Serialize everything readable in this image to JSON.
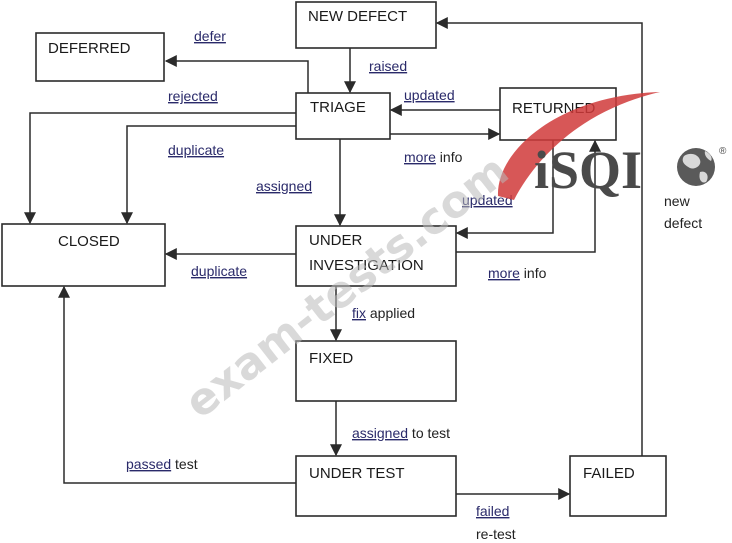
{
  "nodes": {
    "new_defect": "NEW DEFECT",
    "deferred": "DEFERRED",
    "triage": "TRIAGE",
    "returned": "RETURNED",
    "closed": "CLOSED",
    "under_investigation_1": "UNDER",
    "under_investigation_2": "INVESTIGATION",
    "fixed": "FIXED",
    "under_test": "UNDER TEST",
    "failed": "FAILED"
  },
  "labels": {
    "defer": "defer",
    "raised": "raised",
    "rejected": "rejected",
    "updated_top": "updated",
    "duplicate_top": "duplicate",
    "more_info_top_a": "more",
    "more_info_top_b": " info",
    "assigned": "assigned",
    "updated_mid": "updated",
    "duplicate_mid": "duplicate",
    "more_info_mid_a": "more",
    "more_info_mid_b": " info",
    "fix_applied_a": "fix",
    "fix_applied_b": " applied",
    "assigned_to_test_a": "assigned",
    "assigned_to_test_b": " to test",
    "passed_test_a": "passed",
    "passed_test_b": " test",
    "failed_retest_a": "failed",
    "failed_retest_b": "re-test",
    "new_defect_a": "new",
    "new_defect_b": "defect"
  },
  "watermark": {
    "text": "exam-tests.com",
    "logo_text": "iSQI",
    "logo_mark": "®",
    "logo_color": "#d03a3a"
  }
}
